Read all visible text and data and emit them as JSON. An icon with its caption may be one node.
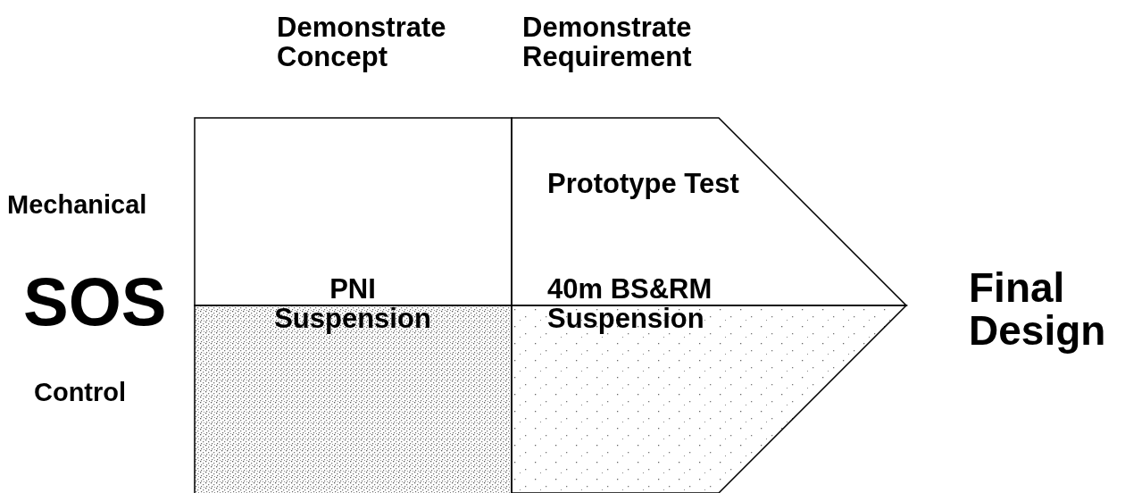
{
  "diagram": {
    "nodes": [
      {
        "text": [],
        "shape": "box"
      },
      {
        "text": [
          "Prototype Test"
        ]
      },
      {
        "text": [],
        "shape": "box"
      },
      {
        "text": [],
        "shape": "box"
      }
    ],
    "edges": [],
    "labels": [
      "Demonstrate Concept",
      "Demonstrate Requirement",
      "Mechanical",
      "SOS",
      "PNI Suspension",
      "40m BS&RM Suspension",
      "Control",
      "Final Design"
    ]
  }
}
